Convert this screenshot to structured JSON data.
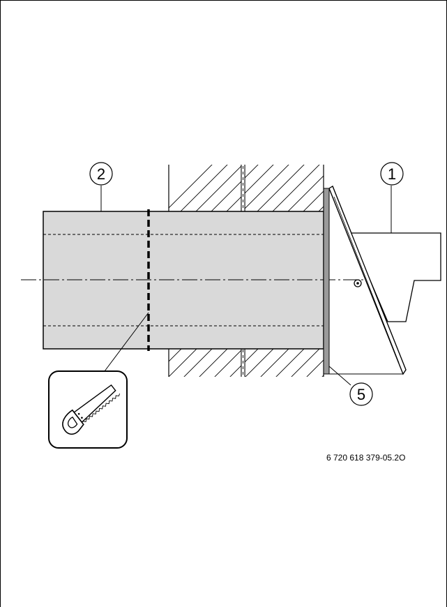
{
  "figure": {
    "callouts": [
      {
        "id": "1",
        "label": "1"
      },
      {
        "id": "2",
        "label": "2"
      },
      {
        "id": "5",
        "label": "5"
      }
    ],
    "reference_code": "6 720 618 379-05.2O",
    "icons": {
      "tool": "saw-icon"
    },
    "colors": {
      "pipe_fill": "#d9d9d9",
      "seal_plate": "#9a9a9a",
      "line": "#000000",
      "background": "#ffffff"
    }
  }
}
